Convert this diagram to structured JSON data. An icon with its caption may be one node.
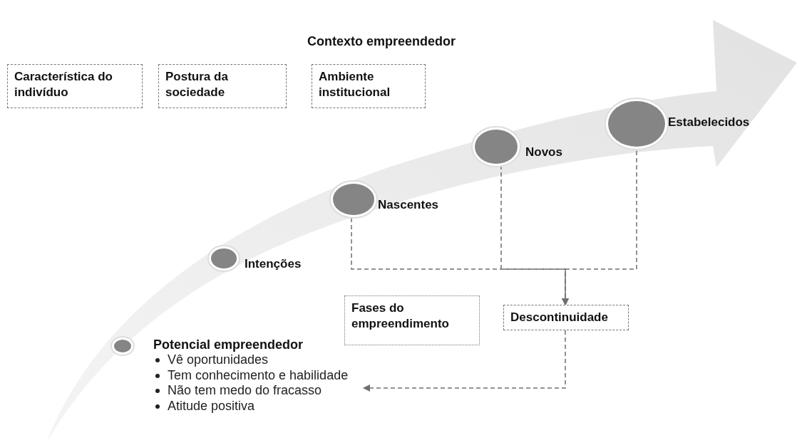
{
  "diagram": {
    "title": "Contexto empreendedor",
    "nodes": [
      {
        "text": [
          "Característica do indivíduo"
        ]
      },
      {
        "text": [
          "Postura da sociedade"
        ]
      },
      {
        "text": [
          "Ambiente institucional"
        ]
      },
      {
        "text": [
          "Potencial empreendedor",
          "Vê oportunidades",
          "Tem conhecimento e habilidade",
          "Não tem medo do fracasso",
          "Atitude positiva"
        ]
      },
      {
        "text": [
          "Intenções"
        ]
      },
      {
        "text": [
          "Nascentes"
        ]
      },
      {
        "text": [
          "Novos"
        ]
      },
      {
        "text": [
          "Estabelecidos"
        ]
      },
      {
        "text": [
          "Fases do empreendimento"
        ]
      },
      {
        "text": [
          "Descontinuidade"
        ]
      }
    ],
    "edges": [
      {
        "from": 5,
        "to": 9,
        "arrow": "to",
        "style": "dashed"
      },
      {
        "from": 6,
        "to": 9,
        "arrow": "to",
        "style": "dashed"
      },
      {
        "from": 7,
        "to": 9,
        "arrow": "to",
        "style": "dashed"
      },
      {
        "from": 9,
        "to": 3,
        "arrow": "to",
        "style": "dashed"
      }
    ]
  }
}
